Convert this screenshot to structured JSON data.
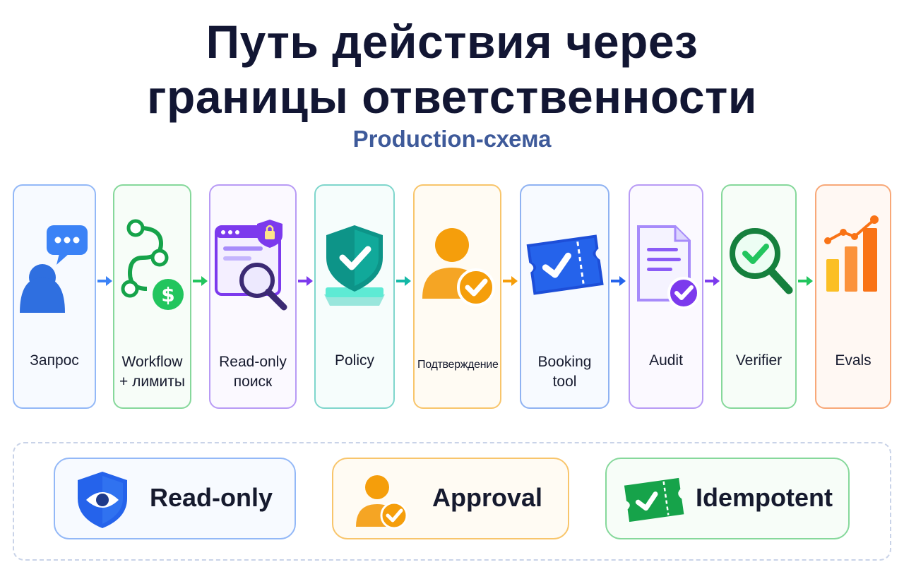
{
  "title": {
    "line1": "Путь действия через",
    "line2": "границы ответственности"
  },
  "subtitle": "Production-схема",
  "steps": [
    {
      "label": "Запрос",
      "icon": "user-chat-icon",
      "color": "#3b82f6"
    },
    {
      "label": "Workflow\n+ лимиты",
      "icon": "workflow-dollar-icon",
      "color": "#22c55e"
    },
    {
      "label": "Read-only\nпоиск",
      "icon": "search-lock-icon",
      "color": "#8b5cf6"
    },
    {
      "label": "Policy",
      "icon": "shield-check-icon",
      "color": "#14b8a6"
    },
    {
      "label": "Подтверждение",
      "icon": "user-approve-icon",
      "color": "#f59e0b"
    },
    {
      "label": "Booking\ntool",
      "icon": "ticket-check-icon",
      "color": "#2563eb"
    },
    {
      "label": "Audit",
      "icon": "document-check-icon",
      "color": "#7c3aed"
    },
    {
      "label": "Verifier",
      "icon": "magnifier-check-icon",
      "color": "#22c55e"
    },
    {
      "label": "Evals",
      "icon": "bar-chart-icon",
      "color": "#f97316"
    }
  ],
  "badges": [
    {
      "label": "Read-only",
      "icon": "shield-eye-icon",
      "color": "#3b82f6"
    },
    {
      "label": "Approval",
      "icon": "user-approve-icon",
      "color": "#f59e0b"
    },
    {
      "label": "Idempotent",
      "icon": "ticket-check-icon",
      "color": "#22c55e"
    }
  ]
}
